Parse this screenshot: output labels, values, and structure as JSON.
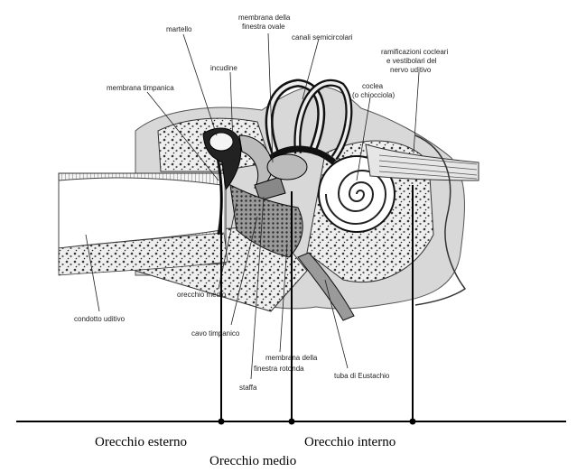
{
  "labels": {
    "martello": "martello",
    "membrana_finestra_ovale": [
      "membrana della",
      "finestra ovale"
    ],
    "canali_semicircolari": "canali semicircolari",
    "ramificazioni": [
      "ramificazioni cocleari",
      "e vestibolari del",
      "nervo uditivo"
    ],
    "incudine": "incudine",
    "membrana_timpanica": "membrana timpanica",
    "coclea": [
      "coclea",
      "(o chiocciola)"
    ],
    "orecchio_medio_small": "orecchio medio",
    "condotto_uditivo": "condotto uditivo",
    "cavo_timpanico": "cavo timpanico",
    "membrana_finestra_rotonda": [
      "membrana della",
      "finestra rotonda"
    ],
    "tuba_eustachio": "tuba di Eustachio",
    "staffa": "staffa"
  },
  "regions": {
    "esterno": "Orecchio esterno",
    "medio": "Orecchio medio",
    "interno": "Orecchio interno"
  }
}
